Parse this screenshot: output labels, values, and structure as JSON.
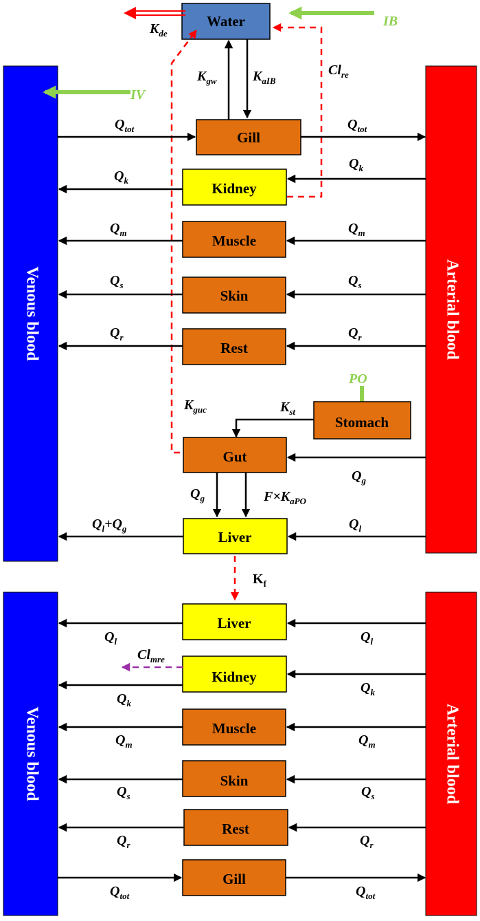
{
  "colors": {
    "venous": "#0000ff",
    "arterial": "#ff0000",
    "water": "#4f7dc0",
    "organ_orange": "#e2700f",
    "organ_yellow": "#ffff00",
    "route_green": "#8fd14f",
    "red_dashed": "#ff0000",
    "purple_dashed": "#9b2fa8",
    "arrow": "#000000"
  },
  "top": {
    "venous_label": "Venous blood",
    "arterial_label": "Arterial blood",
    "water": "Water",
    "gill": "Gill",
    "kidney": "Kidney",
    "muscle": "Muscle",
    "skin": "Skin",
    "rest": "Rest",
    "stomach": "Stomach",
    "gut": "Gut",
    "liver": "Liver",
    "routes": {
      "ib": "IB",
      "iv": "IV",
      "po": "PO"
    },
    "k_de": {
      "main": "K",
      "sub": "de"
    },
    "k_gw": {
      "main": "K",
      "sub": "gw"
    },
    "k_aib": {
      "main": "K",
      "sub": "aIB"
    },
    "cl_re": {
      "main": "Cl",
      "sub": "re"
    },
    "q_tot_in": {
      "main": "Q",
      "sub": "tot"
    },
    "q_tot_out": {
      "main": "Q",
      "sub": "tot"
    },
    "q_k_left": {
      "main": "Q",
      "sub": "k"
    },
    "q_k_right": {
      "main": "Q",
      "sub": "k"
    },
    "q_m_left": {
      "main": "Q",
      "sub": "m"
    },
    "q_m_right": {
      "main": "Q",
      "sub": "m"
    },
    "q_s_left": {
      "main": "Q",
      "sub": "s"
    },
    "q_s_right": {
      "main": "Q",
      "sub": "s"
    },
    "q_r_left": {
      "main": "Q",
      "sub": "r"
    },
    "q_r_right": {
      "main": "Q",
      "sub": "r"
    },
    "k_guc": {
      "main": "K",
      "sub": "guc"
    },
    "k_st": {
      "main": "K",
      "sub": "st"
    },
    "q_g_right": {
      "main": "Q",
      "sub": "g"
    },
    "q_g_down": {
      "main": "Q",
      "sub": "g"
    },
    "f_kapo": {
      "main": "F×K",
      "sub": "aPO"
    },
    "ql_qg": {
      "q1": "Q",
      "s1": "l",
      "plus": "+Q",
      "s2": "g"
    },
    "q_l_right": {
      "main": "Q",
      "sub": "l"
    }
  },
  "k_f": {
    "main": "K",
    "sub": "f"
  },
  "bottom": {
    "venous_label": "Venous blood",
    "arterial_label": "Arterial blood",
    "liver": "Liver",
    "kidney": "Kidney",
    "muscle": "Muscle",
    "skin": "Skin",
    "rest": "Rest",
    "gill": "Gill",
    "cl_mre": {
      "main": "Cl",
      "sub": "mre"
    },
    "q_l_left": {
      "main": "Q",
      "sub": "l"
    },
    "q_l_right": {
      "main": "Q",
      "sub": "l"
    },
    "q_k_left": {
      "main": "Q",
      "sub": "k"
    },
    "q_k_right": {
      "main": "Q",
      "sub": "k"
    },
    "q_m_left": {
      "main": "Q",
      "sub": "m"
    },
    "q_m_right": {
      "main": "Q",
      "sub": "m"
    },
    "q_s_left": {
      "main": "Q",
      "sub": "s"
    },
    "q_s_right": {
      "main": "Q",
      "sub": "s"
    },
    "q_r_left": {
      "main": "Q",
      "sub": "r"
    },
    "q_r_right": {
      "main": "Q",
      "sub": "r"
    },
    "q_tot_left": {
      "main": "Q",
      "sub": "tot"
    },
    "q_tot_right": {
      "main": "Q",
      "sub": "tot"
    }
  }
}
